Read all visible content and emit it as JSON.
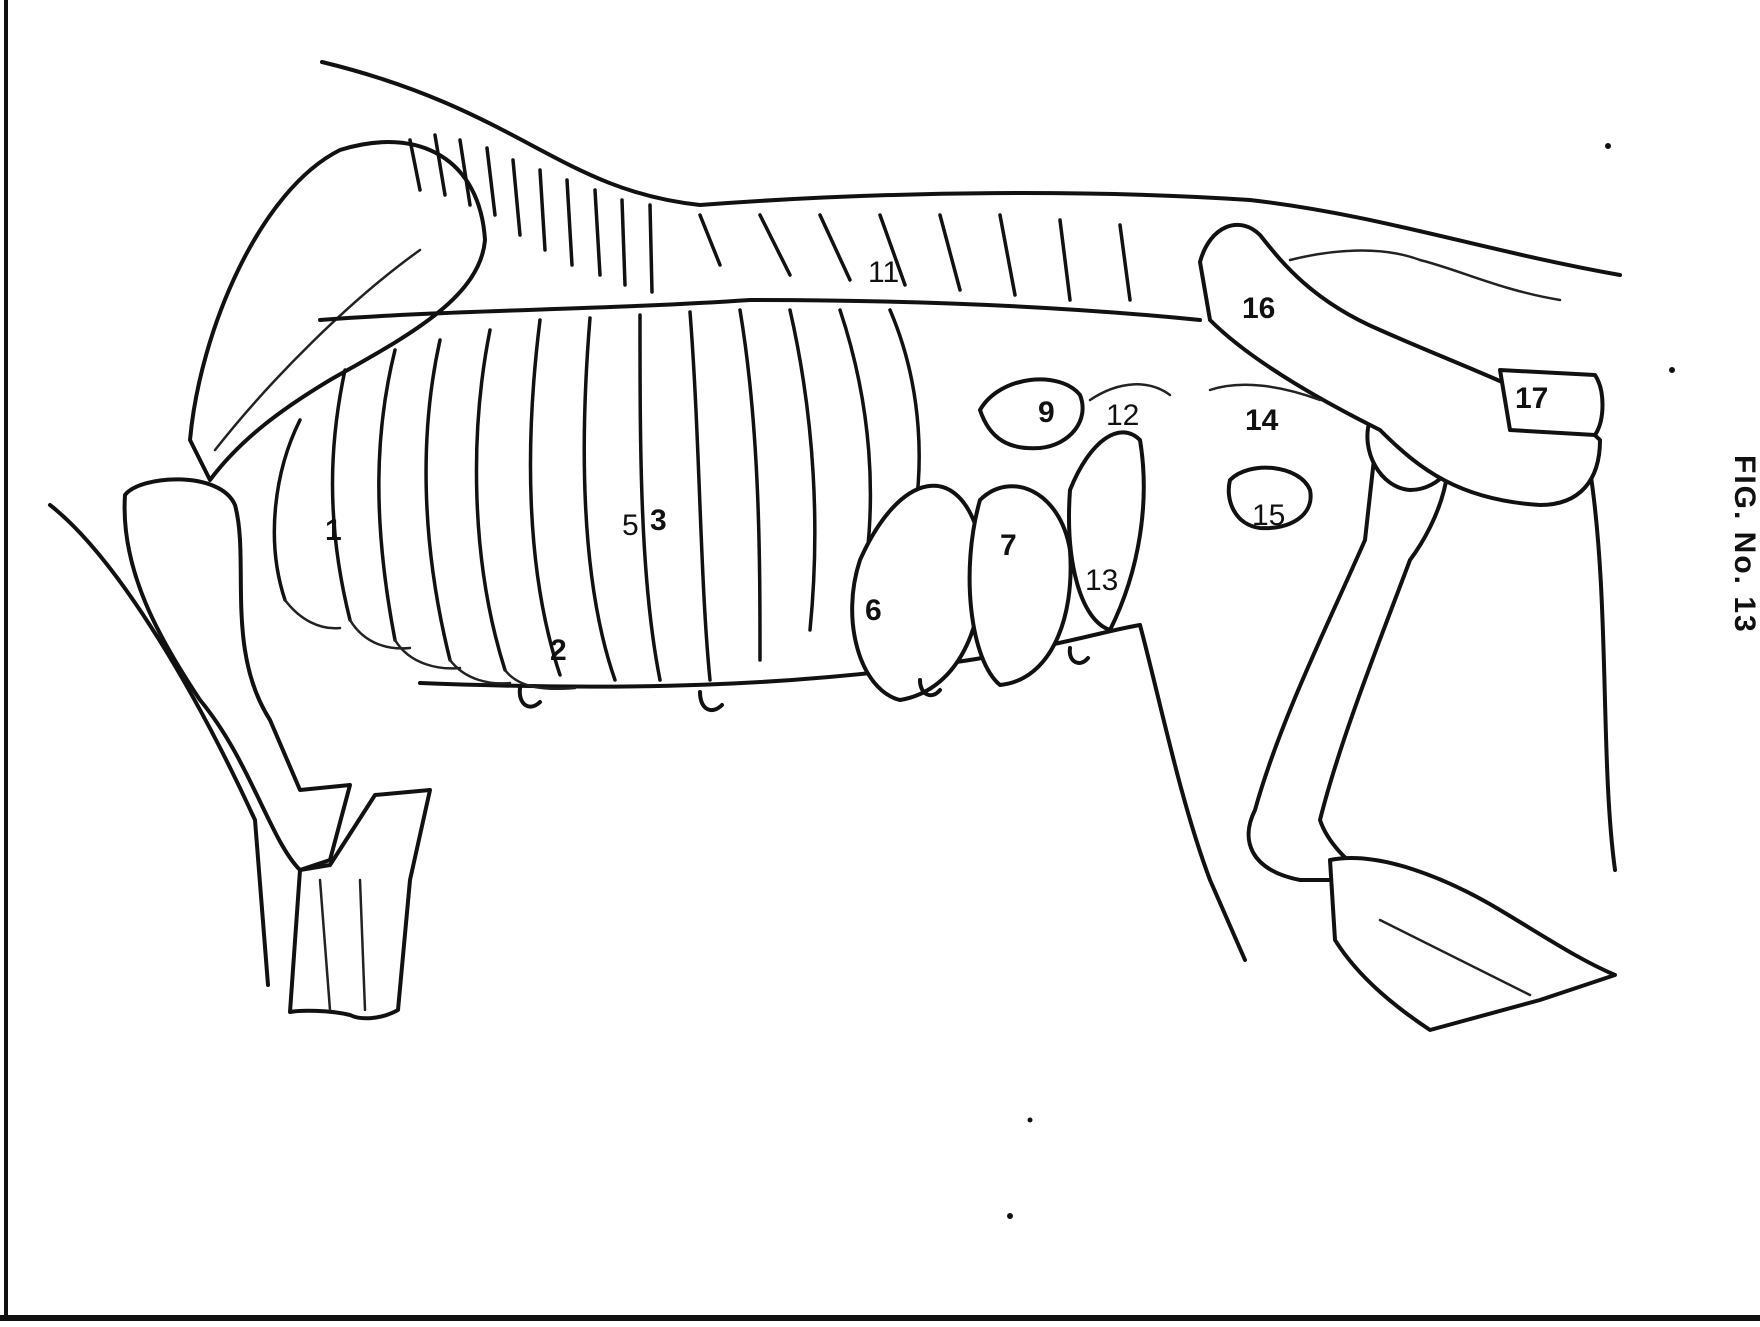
{
  "figure": {
    "caption": "FIG. No. 13",
    "labels": [
      "1",
      "2",
      "3",
      "5",
      "6",
      "7",
      "9",
      "11",
      "12",
      "13",
      "14",
      "15",
      "16",
      "17"
    ]
  }
}
